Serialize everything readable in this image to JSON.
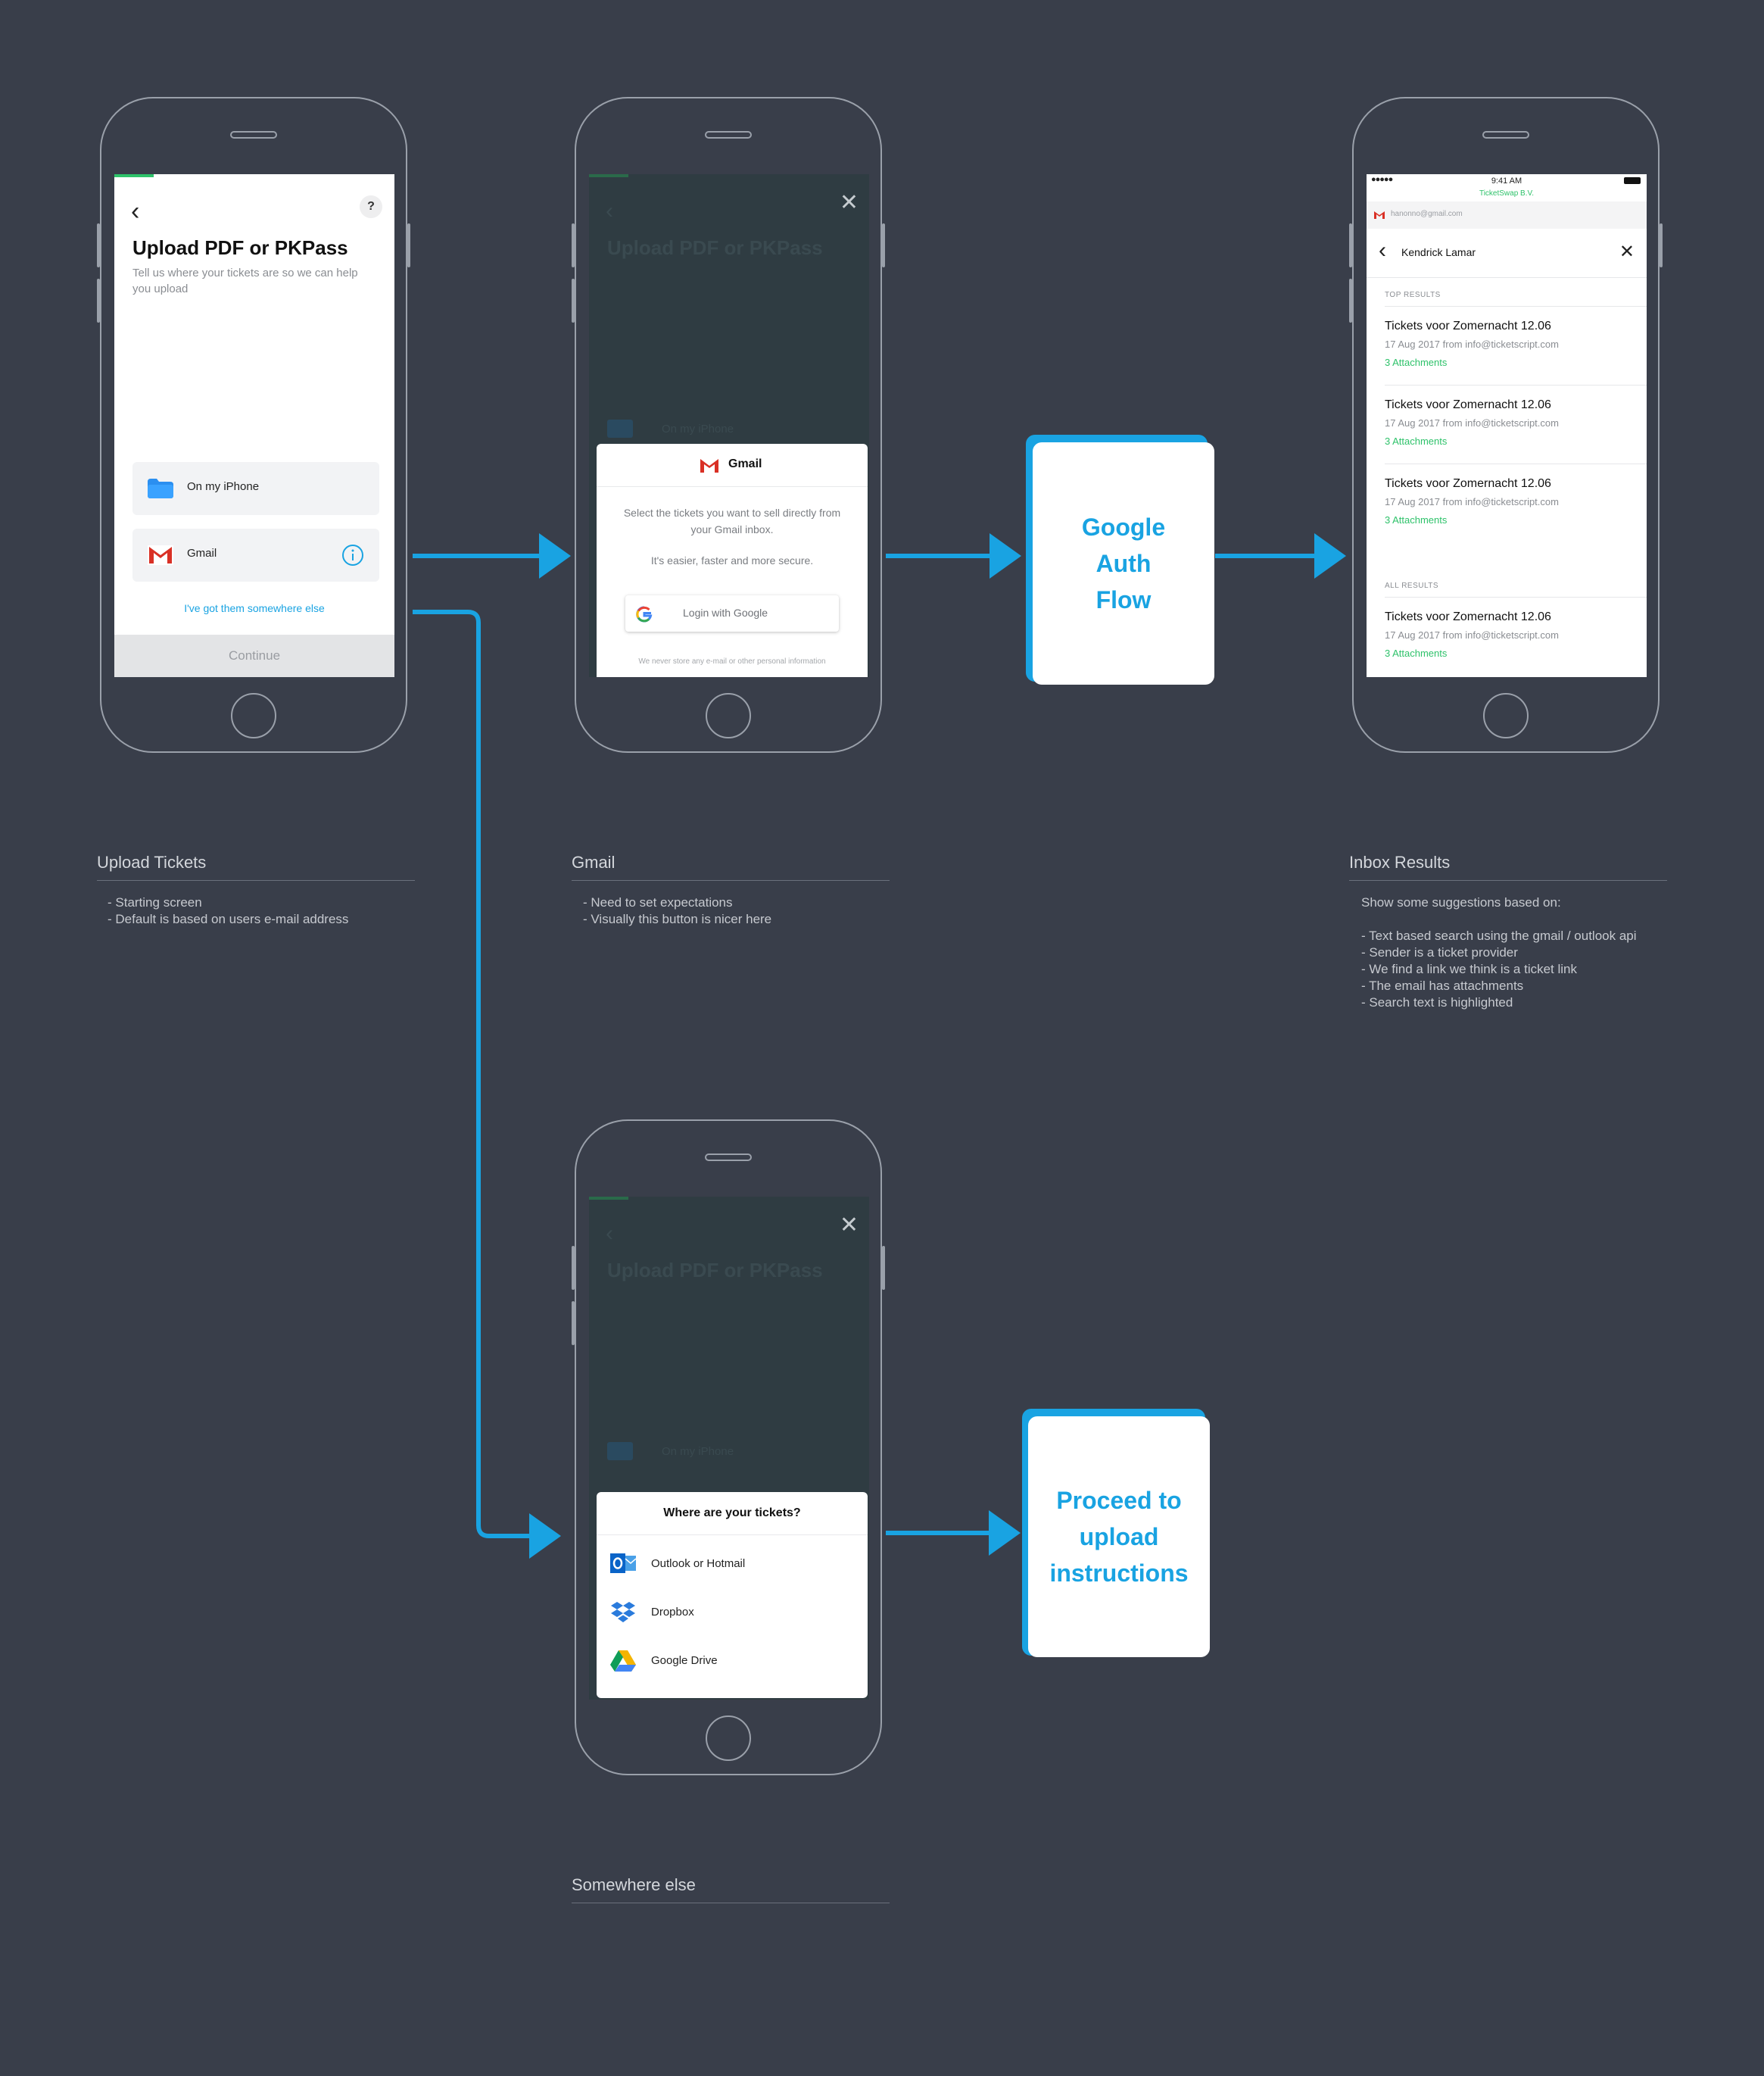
{
  "screen1": {
    "title": "Upload PDF or PKPass",
    "subtitle": "Tell us where your tickets are so we can help you upload",
    "help": "?",
    "option_iphone": "On my iPhone",
    "option_gmail": "Gmail",
    "link": "I've got them somewhere else",
    "continue": "Continue"
  },
  "screen2": {
    "bg_title": "Upload PDF or PKPass",
    "bg_option": "On my iPhone",
    "modal_title": "Gmail",
    "body1": "Select the tickets you want to sell directly from your Gmail inbox.",
    "body2": "It's easier, faster and more secure.",
    "login": "Login with Google",
    "disclaimer": "We never store any e-mail or other personal information"
  },
  "screen3": {
    "time": "9:41 AM",
    "site": "TicketSwap B.V.",
    "account": "hanonno@gmail.com",
    "search": "Kendrick Lamar",
    "top_label": "TOP RESULTS",
    "all_label": "ALL RESULTS",
    "results": [
      {
        "title": "Tickets voor Zomernacht 12.06",
        "meta": "17 Aug 2017 from info@ticketscript.com",
        "attach": "3 Attachments"
      },
      {
        "title": "Tickets voor Zomernacht 12.06",
        "meta": "17 Aug 2017 from info@ticketscript.com",
        "attach": "3 Attachments"
      },
      {
        "title": "Tickets voor Zomernacht 12.06",
        "meta": "17 Aug 2017 from info@ticketscript.com",
        "attach": "3 Attachments"
      },
      {
        "title": "Tickets voor Zomernacht 12.06",
        "meta": "17 Aug 2017 from info@ticketscript.com",
        "attach": "3 Attachments"
      }
    ]
  },
  "screen4": {
    "bg_title": "Upload PDF or PKPass",
    "bg_option": "On my iPhone",
    "modal_title": "Where are your tickets?",
    "options": [
      "Outlook or Hotmail",
      "Dropbox",
      "Google Drive"
    ]
  },
  "cards": {
    "google_auth": [
      "Google",
      "Auth",
      "Flow"
    ],
    "proceed": [
      "Proceed to",
      "upload",
      "instructions"
    ]
  },
  "captions": {
    "upload_tickets": {
      "title": "Upload Tickets",
      "notes": "- Starting screen\n- Default is based on users e-mail address"
    },
    "gmail": {
      "title": "Gmail",
      "notes": "- Need to set expectations\n- Visually this button is nicer here"
    },
    "inbox": {
      "title": "Inbox Results",
      "notes": "Show some suggestions based on:\n\n- Text based search using the gmail / outlook api\n- Sender is a ticket provider\n- We find a link we think is a ticket link\n- The email has attachments\n- Search text is highlighted"
    },
    "somewhere": {
      "title": "Somewhere else"
    }
  },
  "colors": {
    "background": "#393e4a",
    "accent": "#19a3e2",
    "green": "#2ec26a"
  }
}
